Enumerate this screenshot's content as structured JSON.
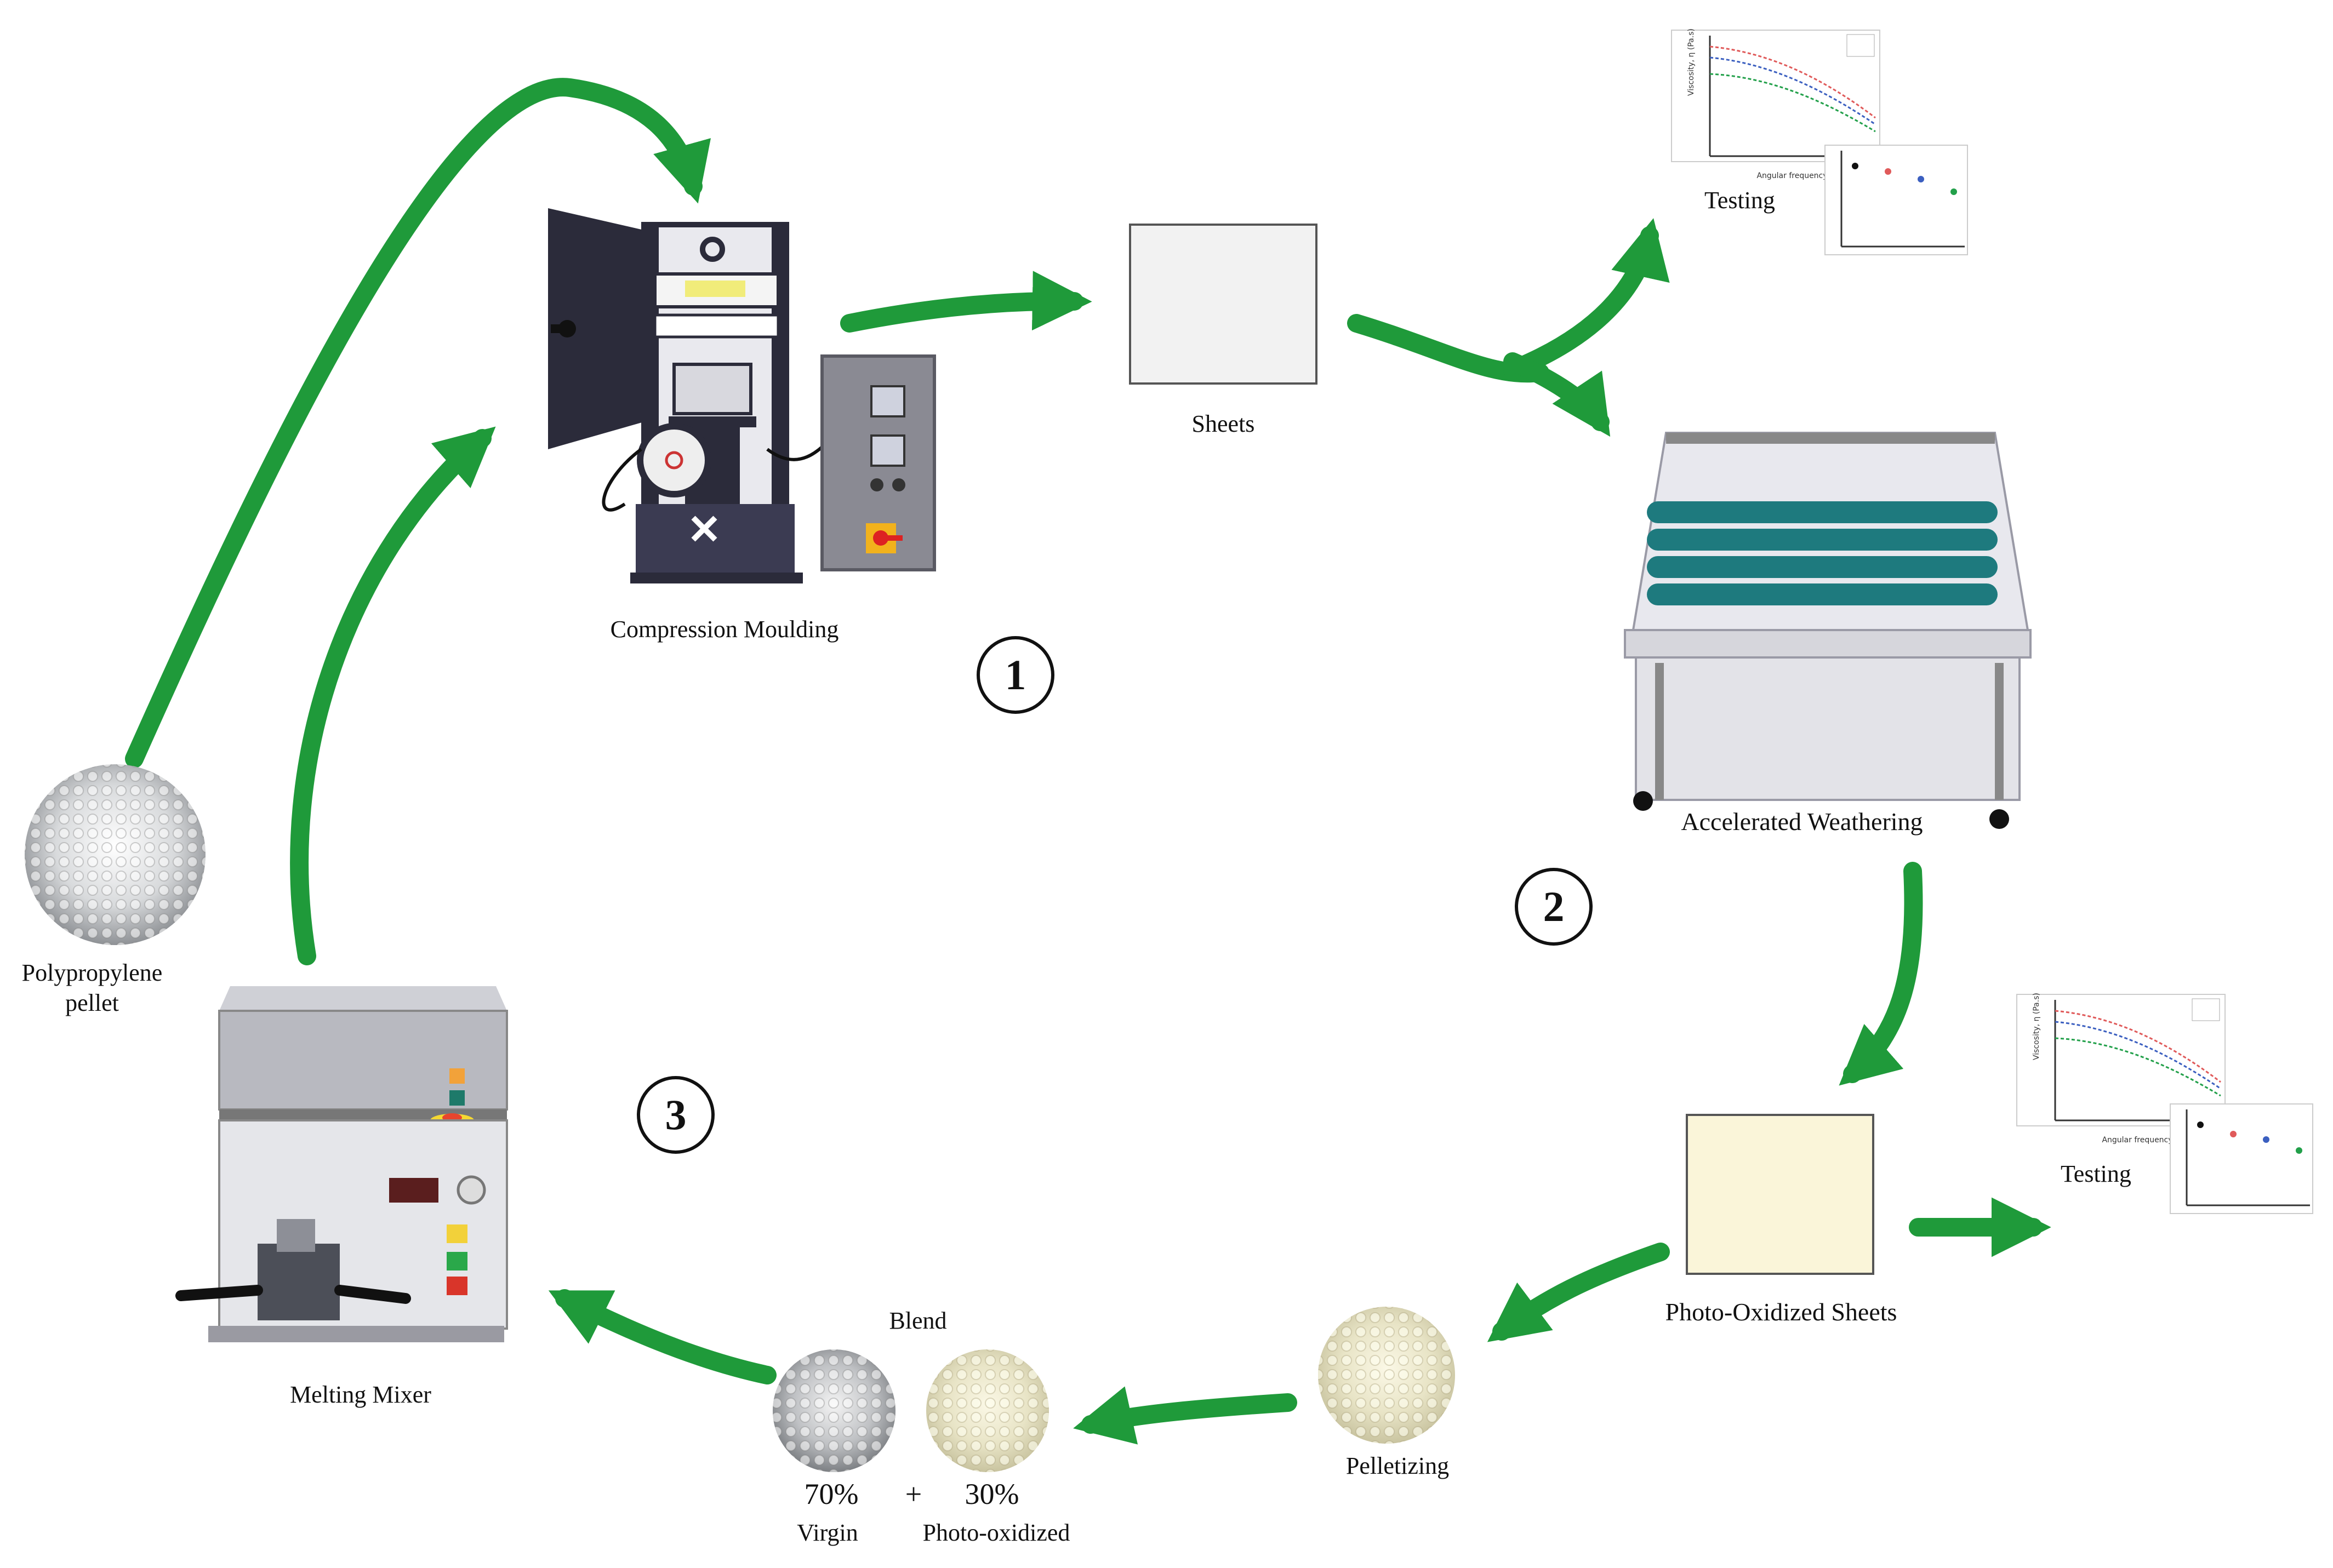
{
  "labels": {
    "compression_moulding": "Compression Moulding",
    "sheets": "Sheets",
    "testing_top": "Testing",
    "accelerated_weathering": "Accelerated Weathering",
    "photo_oxidized_sheets": "Photo-Oxidized Sheets",
    "testing_bottom": "Testing",
    "pelletizing": "Pelletizing",
    "blend": "Blend",
    "melting_mixer": "Melting Mixer",
    "pp_pellet_line1": "Polypropylene",
    "pp_pellet_line2": "pellet"
  },
  "steps": {
    "step1": "1",
    "step2": "2",
    "step3": "3"
  },
  "blend": {
    "virgin_percent": "70%",
    "plus": "+",
    "oxidized_percent": "30%",
    "virgin_label": "Virgin",
    "oxidized_label": "Photo-oxidized"
  },
  "mini_chart": {
    "ylabel": "Viscosity, η (Pa.s)",
    "xlabel": "Angular frequency"
  },
  "colors": {
    "arrow": "#1f9a3a",
    "sheet_plain": "#f2f2f2",
    "sheet_oxidized": "#faf5d9",
    "press_dark": "#2b2b3a",
    "weathering_lamp": "#1e7a7e",
    "series_red": "#e05a5a",
    "series_blue": "#3b5fc0",
    "series_green": "#22a04a"
  }
}
